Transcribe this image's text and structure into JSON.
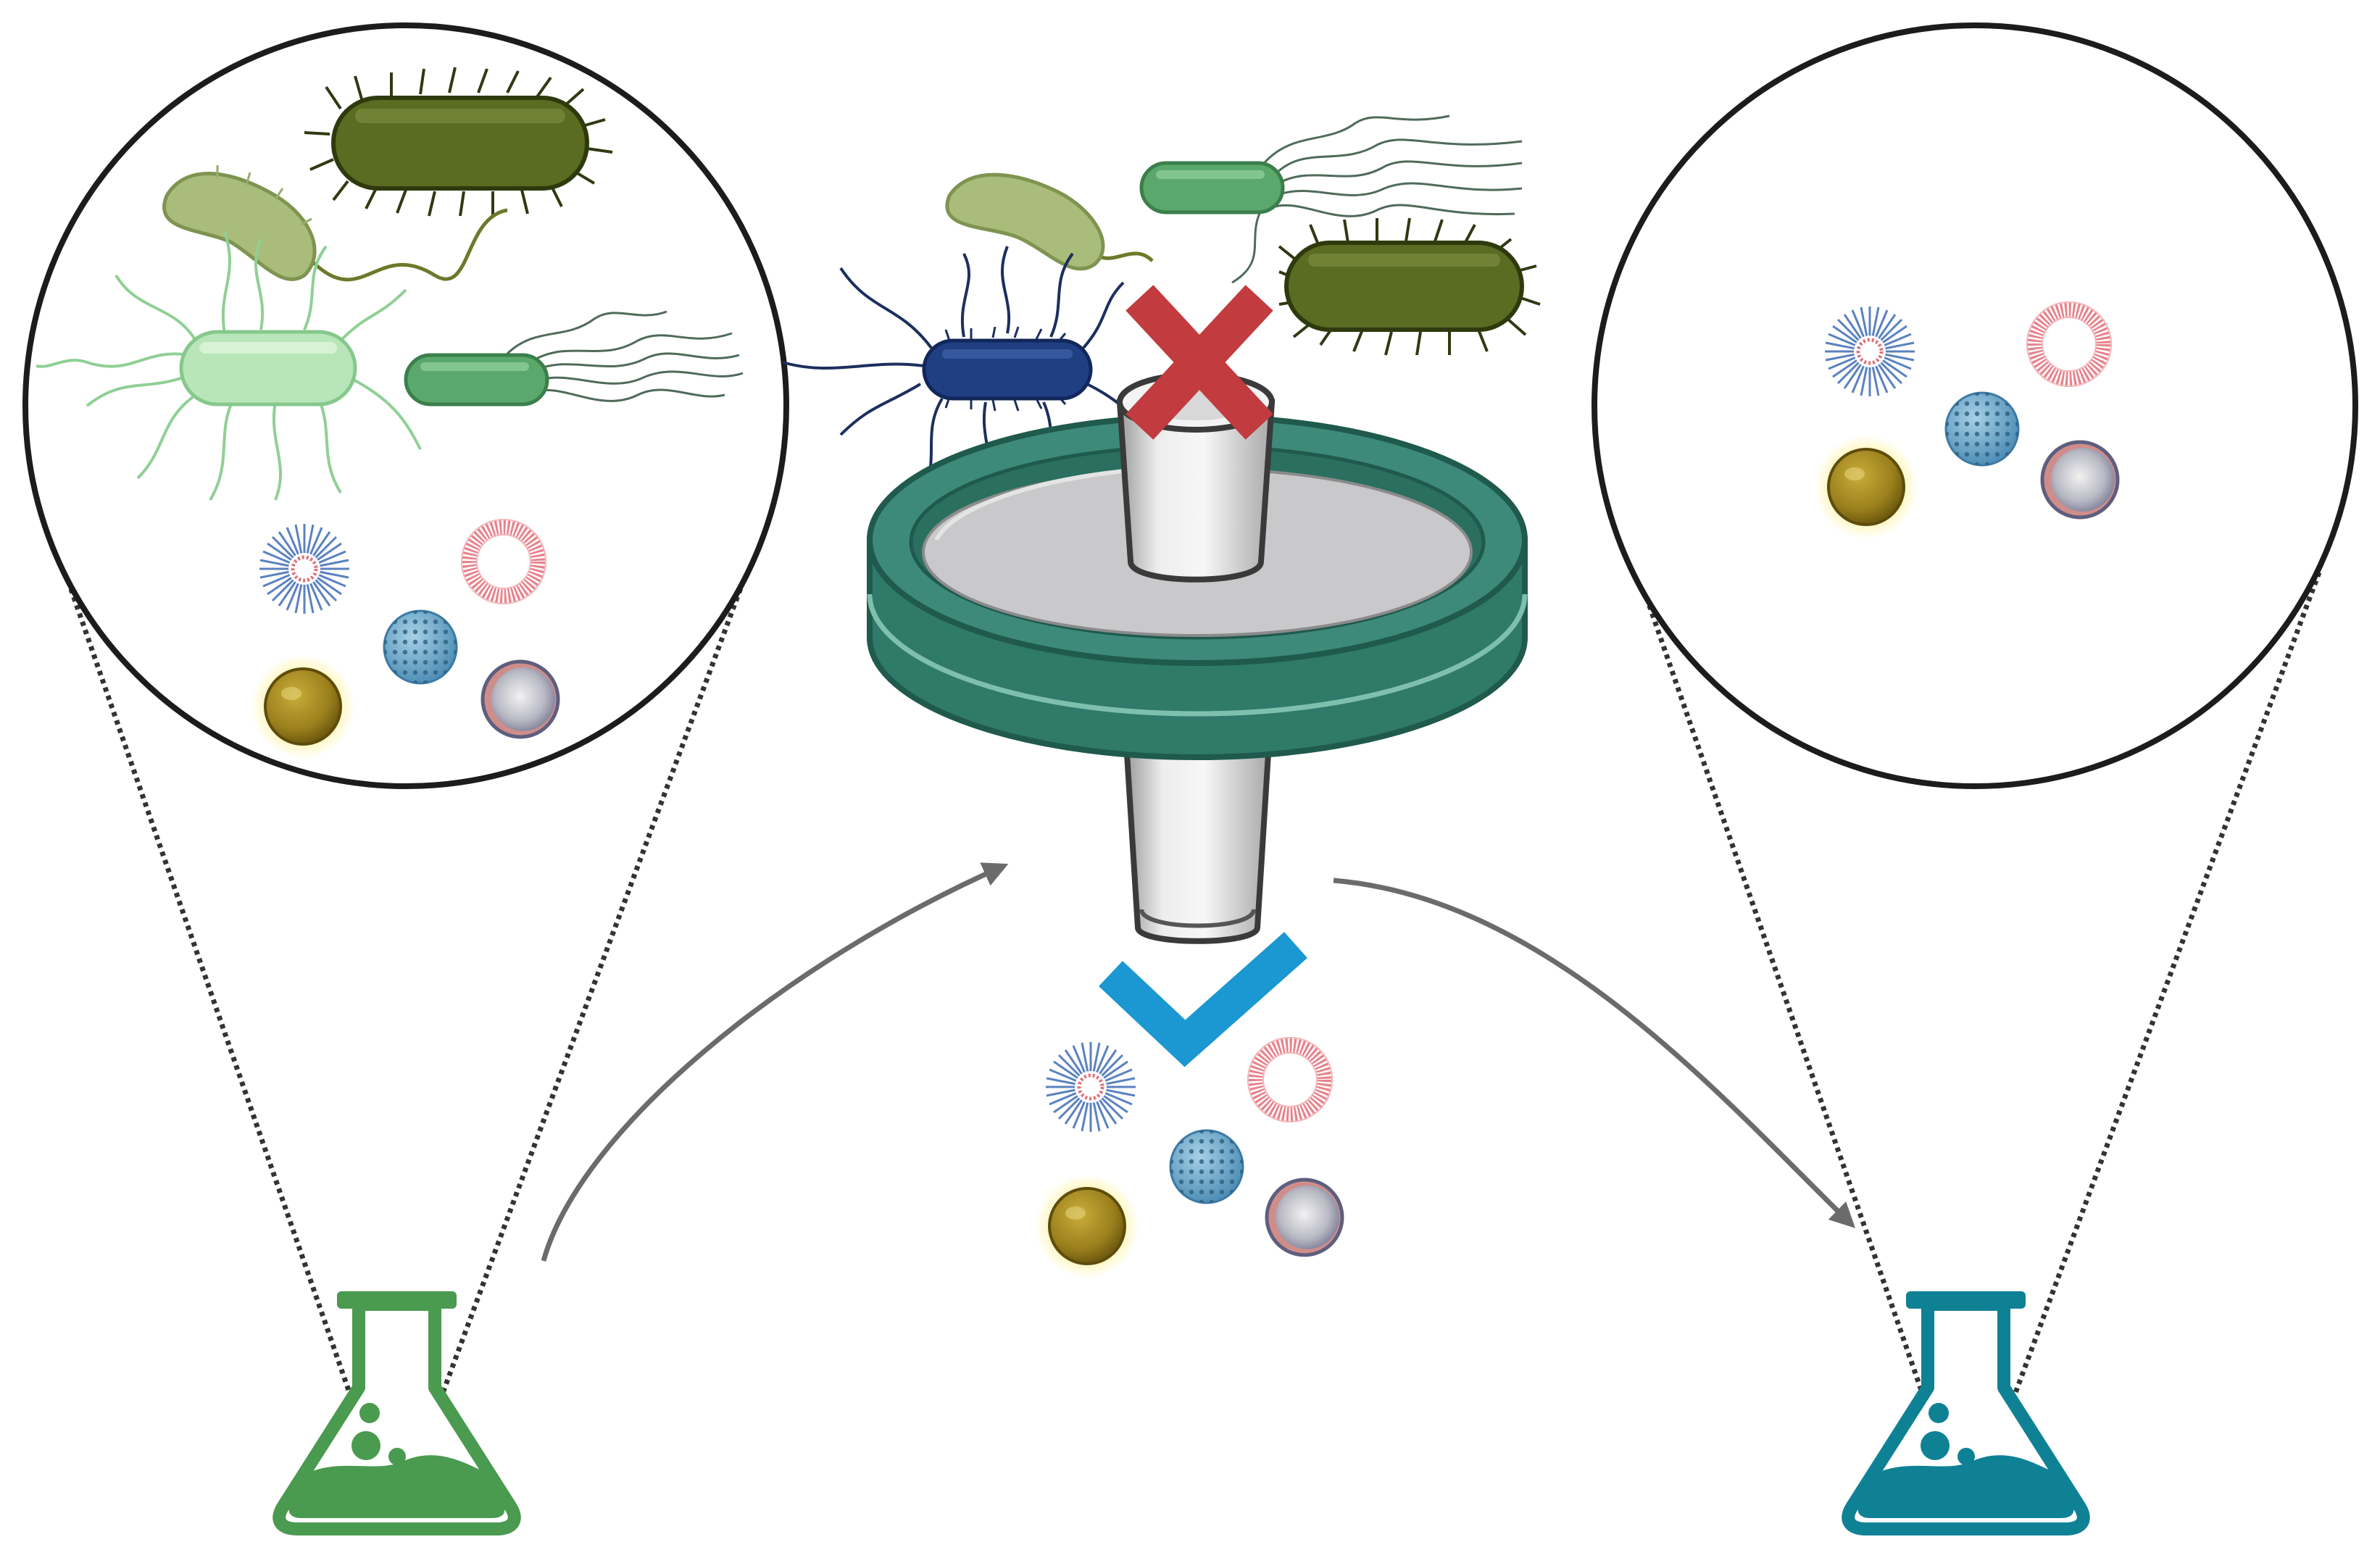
{
  "diagram": {
    "type": "syringe-filtration-schematic",
    "stages": [
      {
        "id": "source",
        "content": [
          "flagellated-bacteria",
          "rod-bacteria",
          "curved-bacteria",
          "micelle",
          "liposome",
          "polymeric-nanoparticle",
          "gold-nanoparticle",
          "coated-nanoparticle"
        ]
      },
      {
        "id": "filter",
        "blocked": [
          "bacteria"
        ],
        "passed": [
          "nanoparticles"
        ]
      },
      {
        "id": "filtrate",
        "content": [
          "micelle",
          "liposome",
          "polymeric-nanoparticle",
          "gold-nanoparticle",
          "coated-nanoparticle"
        ]
      }
    ],
    "marks": {
      "blocked": "cross",
      "passed": "check"
    }
  },
  "colors": {
    "source_flask": "#4a9a4f",
    "filtrate_flask": "#0f8195",
    "filter_body": "#3d8a7a",
    "filter_dark": "#1f5a4d",
    "cross": "#c23b3e",
    "check": "#1b97d1",
    "arrow": "#6b6b6b",
    "bacterium_dark_olive": "#5a6b22",
    "bacterium_pale_olive": "#aabd7c",
    "bacterium_mint": "#b7e3b6",
    "bacterium_green": "#5aa86b",
    "bacterium_navy": "#1f3f82",
    "micelle": "#4f78b8",
    "liposome": "#e0727a",
    "polymeric_np": "#5d9fc4",
    "gold_np": "#a88e22",
    "coated_np": "#8f8fa6"
  },
  "icons": [
    "flask-icon",
    "filter-icon",
    "cross-icon",
    "check-icon",
    "arrow-icon",
    "bacterium-icon",
    "nanoparticle-icon"
  ]
}
